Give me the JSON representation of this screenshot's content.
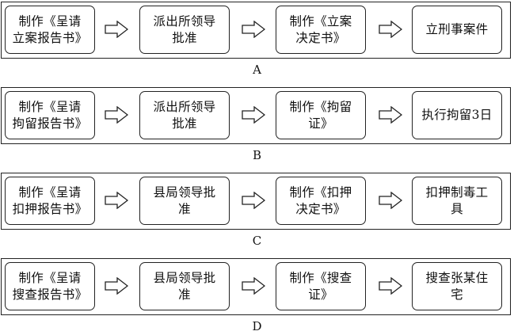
{
  "panels": [
    {
      "label": "A",
      "steps": [
        "制作《呈请\n立案报告书》",
        "派出所领导\n批准",
        "制作《立案\n决定书》",
        "立刑事案件"
      ]
    },
    {
      "label": "B",
      "steps": [
        "制作《呈请\n拘留报告书》",
        "派出所领导\n批准",
        "制作《拘留\n证》",
        "执行拘留3日"
      ]
    },
    {
      "label": "C",
      "steps": [
        "制作《呈请\n扣押报告书》",
        "县局领导批\n准",
        "制作《扣押\n决定书》",
        "扣押制毒工\n具"
      ]
    },
    {
      "label": "D",
      "steps": [
        "制作《呈请\n搜查报告书》",
        "县局领导批\n准",
        "制作《搜查\n证》",
        "搜查张某住\n宅"
      ]
    }
  ]
}
